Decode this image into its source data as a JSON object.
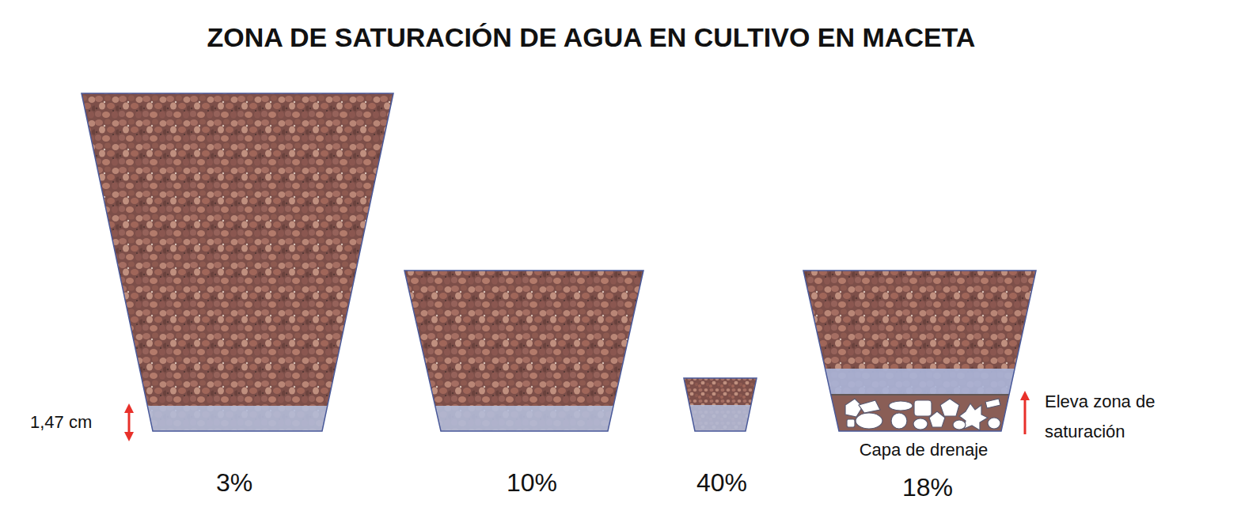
{
  "diagram": {
    "title": "ZONA DE SATURACIÓN DE AGUA EN CULTIVO EN MACETA",
    "labels": [
      "1,47 cm",
      "3%",
      "10%",
      "40%",
      "Capa de drenaje",
      "18%",
      "Eleva zona de saturación"
    ]
  }
}
